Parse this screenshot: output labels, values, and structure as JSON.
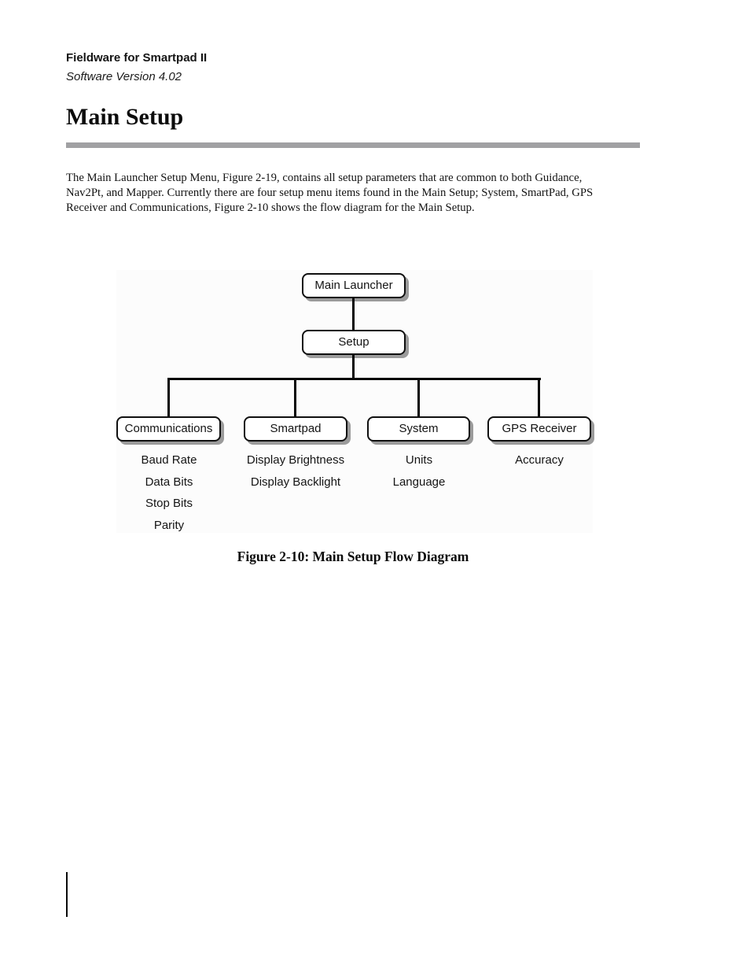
{
  "header": {
    "product": "Fieldware for Smartpad II",
    "version": "Software Version 4.02"
  },
  "title": "Main Setup",
  "intro": {
    "lines": [
      "The Main Launcher Setup Menu, Figure 2-19, contains all setup parameters that are common to both Guidance,",
      "Nav2Pt, and Mapper. Currently there are four setup menu items found in the Main Setup; System, SmartPad, GPS",
      "Receiver and Communications, Figure 2-10 shows the flow diagram for the Main Setup."
    ]
  },
  "diagram": {
    "root_label": "Main Launcher",
    "child_label": "Setup",
    "branches": [
      {
        "label": "Communications",
        "items": [
          "Baud Rate",
          "Data Bits",
          "Stop Bits",
          "Parity"
        ]
      },
      {
        "label": "Smartpad",
        "items": [
          "Display Brightness",
          "Display Backlight"
        ]
      },
      {
        "label": "System",
        "items": [
          "Units",
          "Language"
        ]
      },
      {
        "label": "GPS Receiver",
        "items": [
          "Accuracy"
        ]
      }
    ]
  },
  "caption": "Figure 2-10: Main Setup Flow Diagram",
  "colors": {
    "rule_gray": "#a1a1a3",
    "shadow_gray": "#9b9b9b",
    "line_black": "#060606",
    "diagram_bg": "#fcfcfc"
  }
}
